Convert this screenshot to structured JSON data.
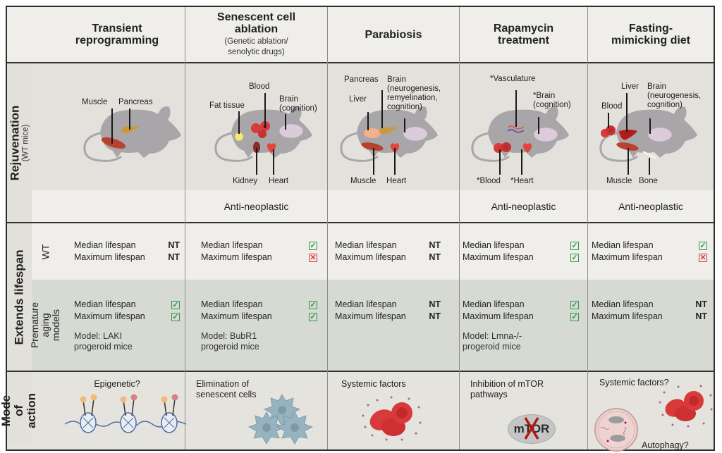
{
  "columns": [
    {
      "title": "Transient reprogramming",
      "subtitle": ""
    },
    {
      "title": "Senescent cell ablation",
      "subtitle": "(Genetic ablation/ senolytic drugs)"
    },
    {
      "title": "Parabiosis",
      "subtitle": ""
    },
    {
      "title": "Rapamycin treatment",
      "subtitle": ""
    },
    {
      "title": "Fasting-mimicking diet",
      "subtitle": ""
    }
  ],
  "rows": {
    "rejuvenation": {
      "title": "Rejuvenation",
      "subtitle": "(WT mice)"
    },
    "lifespan": {
      "title": "Extends lifespan",
      "wt_label": "WT",
      "premature_label": "Premature aging models"
    },
    "moa": {
      "title": "Mode of action"
    }
  },
  "rejuvenation": [
    {
      "organs": [
        "Muscle",
        "Pancreas"
      ]
    },
    {
      "organs": [
        "Fat tissue",
        "Blood",
        "Brain (cognition)",
        "Kidney",
        "Heart"
      ]
    },
    {
      "organs": [
        "Pancreas",
        "Liver",
        "Brain (neurogenesis, remyelination, cognition)",
        "Muscle",
        "Heart"
      ]
    },
    {
      "organs": [
        "*Vasculature",
        "*Brain (cognition)",
        "*Blood",
        "*Heart"
      ]
    },
    {
      "organs": [
        "Liver",
        "Brain (neurogenesis, cognition)",
        "Blood",
        "Muscle",
        "Bone"
      ]
    }
  ],
  "anti_neoplastic": [
    "",
    "Anti-neoplastic",
    "",
    "Anti-neoplastic",
    "Anti-neoplastic"
  ],
  "lifespan_labels": {
    "median": "Median lifespan",
    "maximum": "Maximum lifespan"
  },
  "wt": [
    {
      "median": "NT",
      "maximum": "NT"
    },
    {
      "median": "check",
      "maximum": "cross"
    },
    {
      "median": "NT",
      "maximum": "NT"
    },
    {
      "median": "check",
      "maximum": "check"
    },
    {
      "median": "check",
      "maximum": "cross"
    }
  ],
  "premature": [
    {
      "median": "check",
      "maximum": "check",
      "model": "Model: LAKI progeroid mice"
    },
    {
      "median": "check",
      "maximum": "check",
      "model": "Model: BubR1 progeroid mice"
    },
    {
      "median": "NT",
      "maximum": "NT",
      "model": ""
    },
    {
      "median": "check",
      "maximum": "check",
      "model": "Model: Lmna-/- progeroid mice"
    },
    {
      "median": "NT",
      "maximum": "NT",
      "model": ""
    }
  ],
  "mode_of_action": [
    {
      "text": "Epigenetic?"
    },
    {
      "text": "Elimination of senescent cells"
    },
    {
      "text": "Systemic factors"
    },
    {
      "text": "Inhibition of mTOR pathways",
      "badge": "mTOR"
    },
    {
      "text": "Systemic factors?",
      "text2": "Autophagy?"
    }
  ],
  "colors": {
    "check": "#2f9a4a",
    "cross": "#d43a3a",
    "mouse": "#a9a6aa",
    "blood": "#d8393a",
    "muscle": "#b8412f",
    "brain": "#dcccd9",
    "pancreas": "#c99a3b",
    "fat": "#f2e97a",
    "kidney": "#8a2a2a",
    "liver": "#f4b08a",
    "liver_fmd": "#b31b1b",
    "cell": "#97b3c0"
  }
}
